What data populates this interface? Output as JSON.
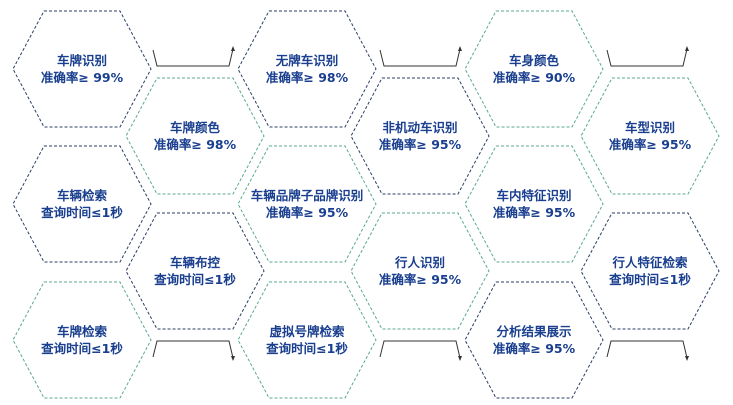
{
  "colors": {
    "text": "#1a3f8f",
    "dark_border": "#2c3e66",
    "green_border": "#5aa895",
    "connector": "#333333"
  },
  "cells": [
    {
      "id": "plate-recognition",
      "line1": "车牌识别",
      "line2": "准确率≥ 99%",
      "style": "dark"
    },
    {
      "id": "no-plate-recognition",
      "line1": "无牌车识别",
      "line2": "准确率≥ 98%",
      "style": "dark"
    },
    {
      "id": "body-color",
      "line1": "车身颜色",
      "line2": "准确率≥ 90%",
      "style": "green"
    },
    {
      "id": "plate-color",
      "line1": "车牌颜色",
      "line2": "准确率≥ 98%",
      "style": "green"
    },
    {
      "id": "non-motor-recognition",
      "line1": "非机动车识别",
      "line2": "准确率≥ 95%",
      "style": "dark"
    },
    {
      "id": "model-recognition",
      "line1": "车型识别",
      "line2": "准确率≥ 95%",
      "style": "green"
    },
    {
      "id": "vehicle-search",
      "line1": "车辆检索",
      "line2": "查询时间≤1秒",
      "style": "dark"
    },
    {
      "id": "brand-recognition",
      "line1": "车辆品牌子品牌识别",
      "line2": "准确率≥ 95%",
      "style": "green"
    },
    {
      "id": "interior-feature",
      "line1": "车内特征识别",
      "line2": "准确率≥ 95%",
      "style": "green"
    },
    {
      "id": "vehicle-control",
      "line1": "车辆布控",
      "line2": "查询时间≤1秒",
      "style": "dark"
    },
    {
      "id": "pedestrian-recognition",
      "line1": "行人识别",
      "line2": "准确率≥ 95%",
      "style": "green"
    },
    {
      "id": "pedestrian-feature-search",
      "line1": "行人特征检索",
      "line2": "查询时间≤1秒",
      "style": "dark"
    },
    {
      "id": "plate-search",
      "line1": "车牌检索",
      "line2": "查询时间≤1秒",
      "style": "green"
    },
    {
      "id": "virtual-plate-search",
      "line1": "虚拟号牌检索",
      "line2": "查询时间≤1秒",
      "style": "green"
    },
    {
      "id": "analysis-display",
      "line1": "分析结果展示",
      "line2": "准确率≥ 95%",
      "style": "dark"
    }
  ]
}
